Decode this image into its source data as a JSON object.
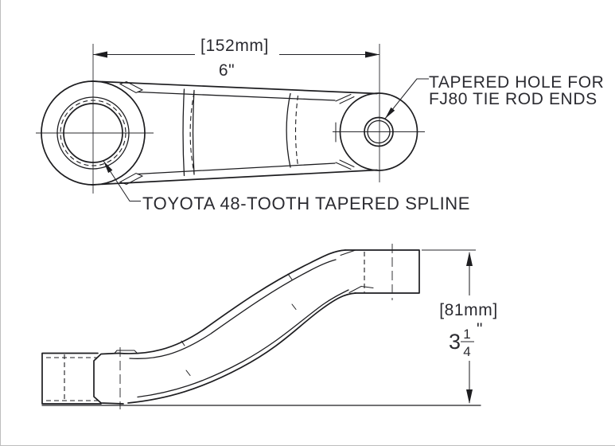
{
  "drawing": {
    "description": "Pitman arm 2-view dimension drawing",
    "dim_length": {
      "metric": "[152mm]",
      "imperial": "6\""
    },
    "callout_tie_rod": {
      "line1": "TAPERED HOLE FOR",
      "line2": "FJ80 TIE ROD ENDS"
    },
    "callout_spline": {
      "text": "TOYOTA 48-TOOTH TAPERED SPLINE"
    },
    "dim_height": {
      "metric": "[81mm]",
      "whole_in": "3",
      "frac_num": "1",
      "frac_den": "4",
      "unit_mark": "\""
    },
    "colors": {
      "line": "#1d1d20",
      "text": "#2b2b31",
      "background": "#ffffff"
    }
  }
}
